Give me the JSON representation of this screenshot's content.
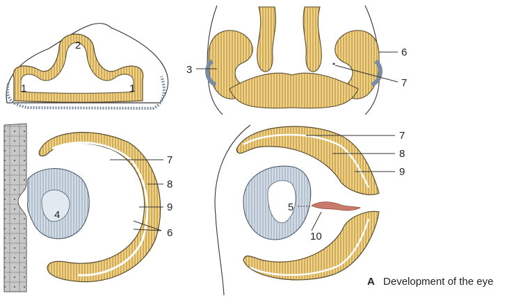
{
  "figure": {
    "caption_letter": "A",
    "caption_text": "Development of the eye"
  },
  "labels": {
    "p1_left": "1",
    "p1_right": "1",
    "p2": "2",
    "p3": "3",
    "p6_top": "6",
    "p7_top": "7",
    "p7_bl": "7",
    "p8_bl": "8",
    "p9_bl": "9",
    "p6_bl": "6",
    "p4": "4",
    "p7_br": "7",
    "p8_br": "8",
    "p9_br": "9",
    "p5": "5",
    "p10": "10"
  },
  "colors": {
    "neural_yellow": "#f5d27c",
    "neural_stroke": "#5a4a2e",
    "ectoderm_blue": "#c9d5e3",
    "lens_blue": "#d3dde8",
    "ectoderm_gray": "#c8c8c8",
    "vessel_red": "#c97a6a"
  }
}
